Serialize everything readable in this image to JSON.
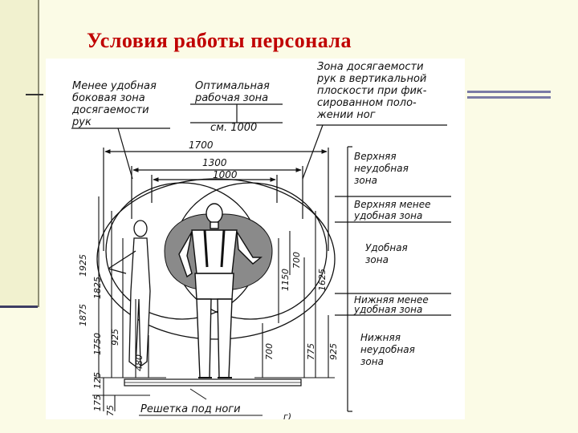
{
  "slide": {
    "title": "Условия работы персонала",
    "accent_color": "#c00000",
    "background": "#fbfbe6"
  },
  "diagram": {
    "top_labels": {
      "side_zone": [
        "Менее удобная",
        "боковая зона",
        "досягаемости",
        "рук"
      ],
      "optimal_zone": [
        "Оптимальная",
        "рабочая зона"
      ],
      "optimal_size": "см. 1000",
      "vertical_zone": [
        "Зона досягаемости",
        "рук в вертикальной",
        "плоскости при фик-",
        "сированном поло-",
        "жении ног"
      ]
    },
    "widths": [
      "1700",
      "1300",
      "1000"
    ],
    "right_zones": {
      "upper_uncomfortable": [
        "Верхняя",
        "неудобная",
        "зона"
      ],
      "upper_less": [
        "Верхняя менее",
        "удобная зона"
      ],
      "comfortable": [
        "Удобная",
        "зона"
      ],
      "lower_less": [
        "Нижняя менее",
        "удобная зона"
      ],
      "lower_uncomfortable": [
        "Нижняя",
        "неудобная",
        "зона"
      ]
    },
    "left_dims": {
      "d1925": "1925",
      "d1875": "1875",
      "d1825": "1825",
      "d1750": "1750",
      "d925": "925",
      "d480": "480",
      "d125": "125",
      "d175": "175",
      "d75": "75"
    },
    "right_dims": {
      "d1150": "1150",
      "d700a": "700",
      "d1625": "1625",
      "d700b": "700",
      "d775": "775",
      "d925": "925"
    },
    "grate_label": "Решетка под ноги",
    "figure_mark": "г)"
  }
}
